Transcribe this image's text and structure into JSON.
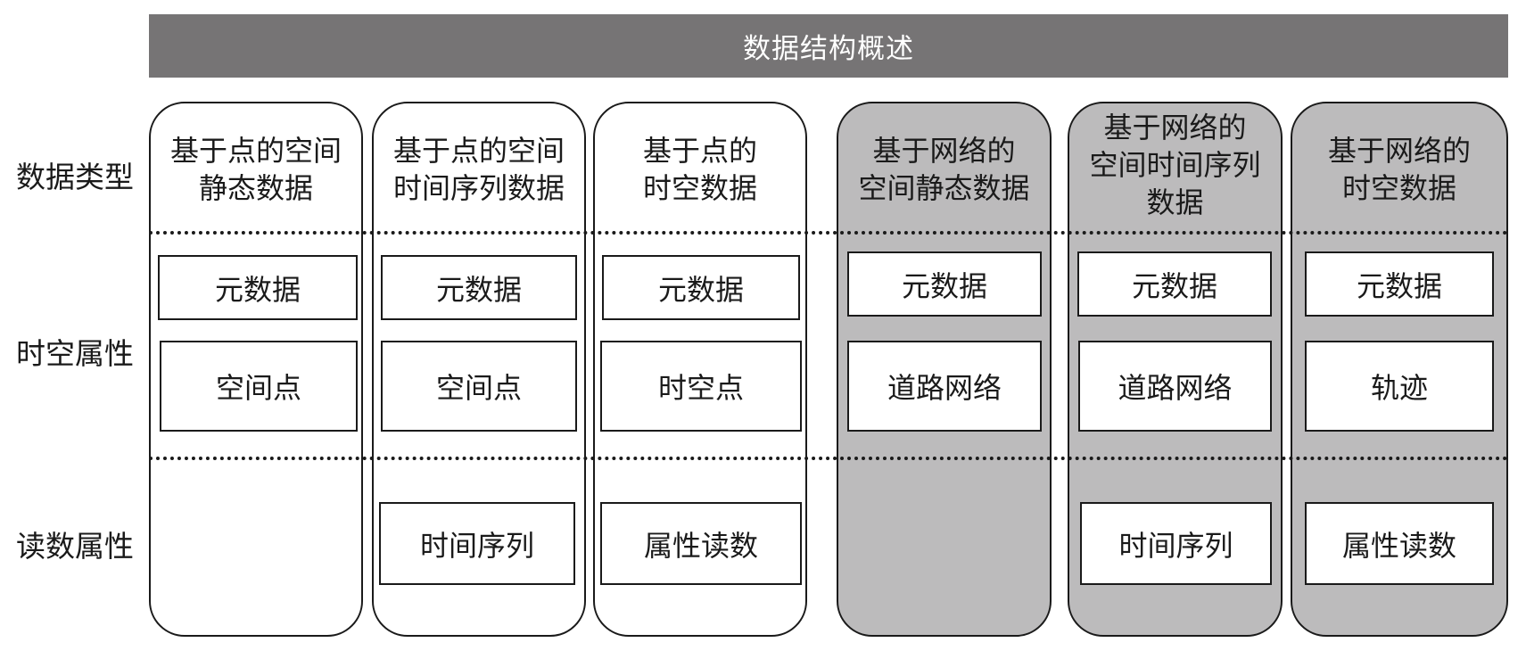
{
  "header": {
    "title": "数据结构概述"
  },
  "row_labels": {
    "data_type": "数据类型",
    "spatiotemporal": "时空属性",
    "reading": "读数属性"
  },
  "columns": [
    {
      "title": "基于点的空间\n静态数据",
      "metadata": "元数据",
      "spatial": "空间点",
      "reading": ""
    },
    {
      "title": "基于点的空间\n时间序列数据",
      "metadata": "元数据",
      "spatial": "空间点",
      "reading": "时间序列"
    },
    {
      "title": "基于点的\n时空数据",
      "metadata": "元数据",
      "spatial": "时空点",
      "reading": "属性读数"
    },
    {
      "title": "基于网络的\n空间静态数据",
      "metadata": "元数据",
      "spatial": "道路网络",
      "reading": ""
    },
    {
      "title": "基于网络的\n空间时间序列\n数据",
      "metadata": "元数据",
      "spatial": "道路网络",
      "reading": "时间序列"
    },
    {
      "title": "基于网络的\n时空数据",
      "metadata": "元数据",
      "spatial": "轨迹",
      "reading": "属性读数"
    }
  ],
  "colors": {
    "header_bg": "#767475",
    "network_column_bg": "#bcbbbc",
    "point_column_bg": "#ffffff"
  }
}
